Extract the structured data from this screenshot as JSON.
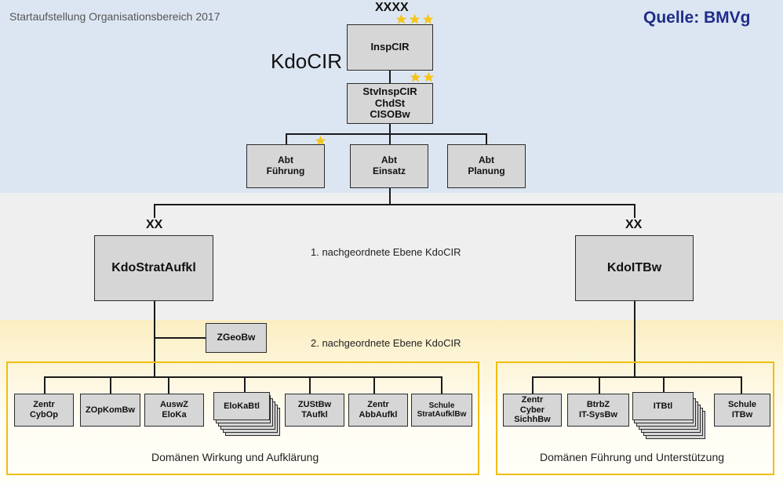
{
  "header": {
    "subtitle": "Startaufstellung Organisationsbereich 2017",
    "source": "Quelle: BMVg",
    "kdocir": "KdoCIR",
    "rank_top": "XXXX",
    "rank_left": "XX",
    "rank_right": "XX",
    "star_color": "#f5c518"
  },
  "top": {
    "insp": "InspCIR",
    "stv": "StvInspCIR\nChdSt\nCISOBw",
    "abt": [
      "Abt\nFührung",
      "Abt\nEinsatz",
      "Abt\nPlanung"
    ]
  },
  "level1": {
    "label": "1. nachgeordnete Ebene KdoCIR",
    "left": "KdoStratAufkl",
    "right": "KdoITBw"
  },
  "level2": {
    "label": "2. nachgeordnete Ebene KdoCIR",
    "zgeo": "ZGeoBw"
  },
  "left_group": {
    "title": "Domänen Wirkung und Aufklärung",
    "units": [
      "Zentr\nCybOp",
      "ZOpKomBw",
      "AuswZ\nEloKa",
      "EloKaBtl",
      "ZUStBw\nTAufkl",
      "Zentr\nAbbAufkl",
      "Schule\nStratAufklBw"
    ]
  },
  "right_group": {
    "title": "Domänen Führung und Unterstützung",
    "units": [
      "Zentr\nCyber\nSichhBw",
      "BtrbZ\nIT-SysBw",
      "ITBtl",
      "Schule\nITBw"
    ]
  },
  "colors": {
    "accent": "#f0be0e",
    "title_blue": "#1f2d8a"
  }
}
